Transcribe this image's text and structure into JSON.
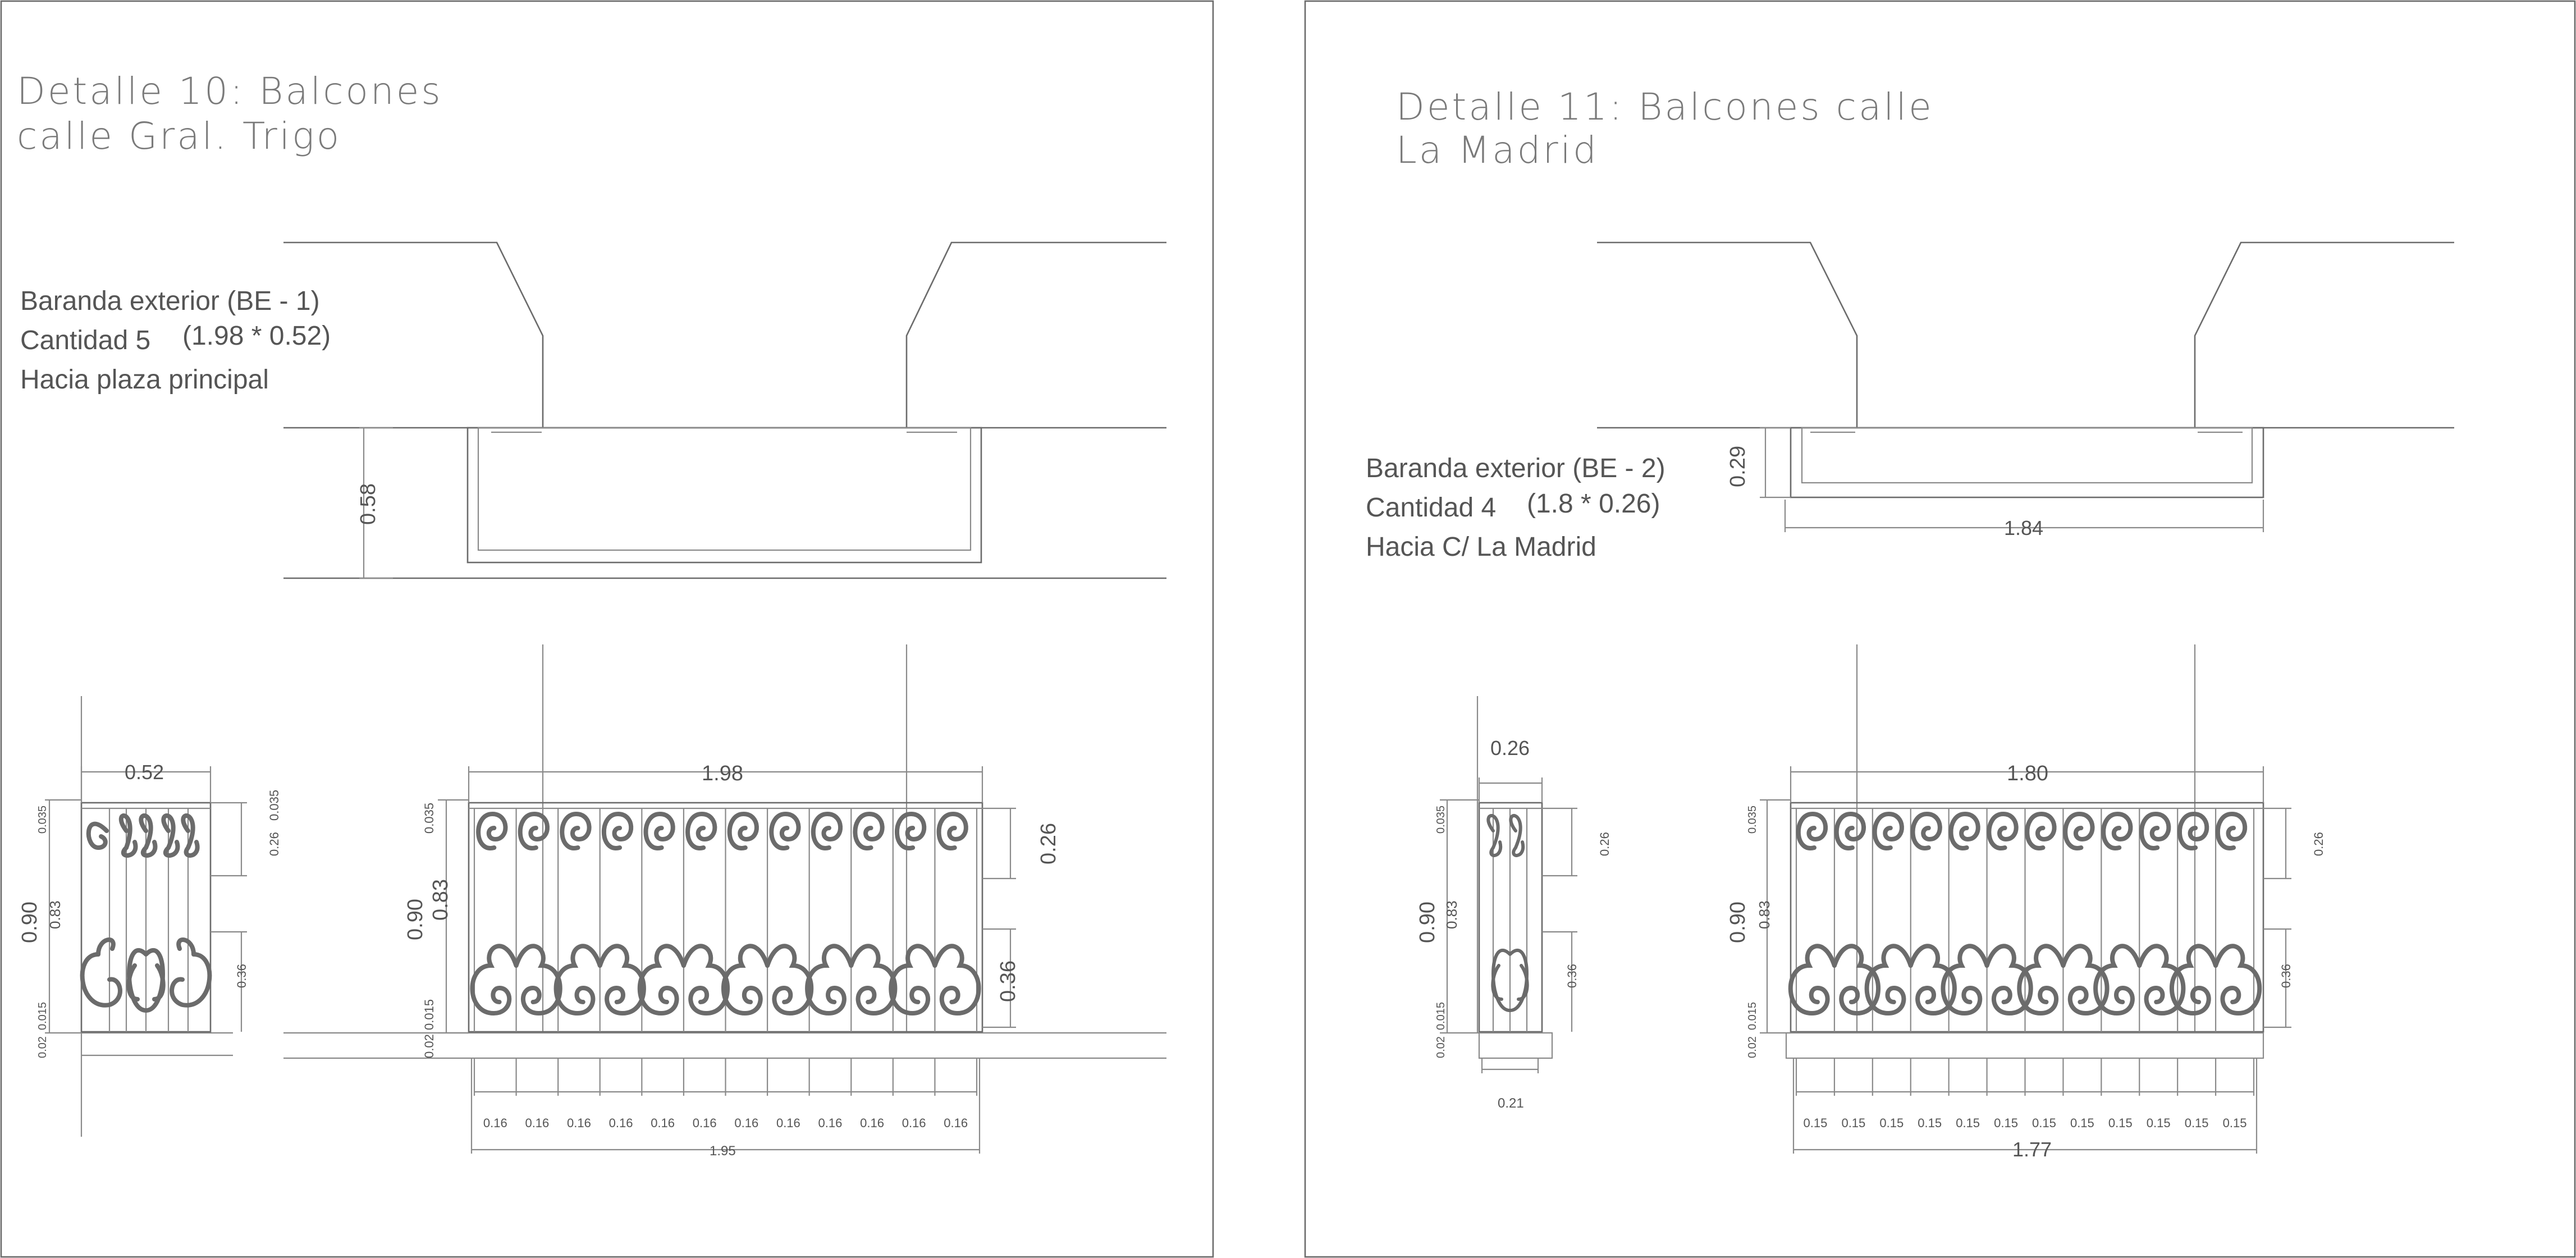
{
  "detail10": {
    "title_line1": "Detalle 10:  Balcones",
    "title_line2": "calle Gral. Trigo",
    "note_line1": "Baranda exterior (BE - 1)",
    "note_line2": "Cantidad  5",
    "note_line2b": "(1.98 * 0.52)",
    "note_line3": "Hacia plaza principal",
    "plan_depth": "0.58",
    "side_width": "0.52",
    "side_height": "0.90",
    "side_inner": "0.83",
    "side_top": "0.035",
    "side_bottom": "0.015",
    "side_base": "0.02",
    "side_upper": "0.26",
    "side_lower": "0.36",
    "front_width": "1.98",
    "front_height": "0.90",
    "front_inner": "0.83",
    "front_top": "0.035",
    "front_bottom": "0.015",
    "front_base": "0.02",
    "front_upper": "0.26",
    "front_lower": "0.36",
    "spacing": "0.16",
    "spacing_count": 12,
    "bottom_total": "1.95"
  },
  "detail11": {
    "title_line1": "Detalle 11:  Balcones calle",
    "title_line2": "La Madrid",
    "note_line1": "Baranda exterior (BE - 2)",
    "note_line2": "Cantidad  4",
    "note_line2b": "(1.8 * 0.26)",
    "note_line3": "Hacia C/ La Madrid",
    "plan_depth": "0.29",
    "plan_width": "1.84",
    "side_width": "0.26",
    "side_height": "0.90",
    "side_inner": "0.83",
    "side_top": "0.035",
    "side_bottom": "0.015",
    "side_base": "0.02",
    "side_upper": "0.26",
    "side_lower": "0.36",
    "side_foot": "0.21",
    "front_width": "1.80",
    "front_height": "0.90",
    "front_inner": "0.83",
    "front_top": "0.035",
    "front_bottom": "0.015",
    "front_base": "0.02",
    "front_upper": "0.26",
    "front_lower": "0.36",
    "spacing": "0.15",
    "spacing_count": 12,
    "bottom_total": "1.77"
  }
}
